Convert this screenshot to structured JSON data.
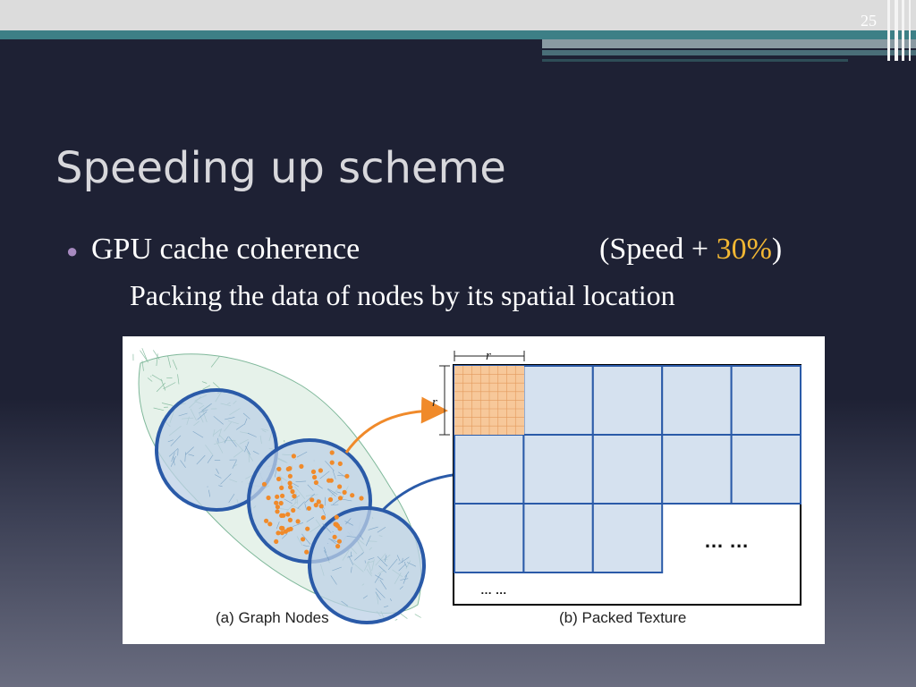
{
  "slide": {
    "number": "25",
    "title": "Speeding up scheme",
    "bullet": {
      "text": "GPU cache coherence",
      "speed_prefix": "(Speed + ",
      "speed_value": "30%",
      "speed_suffix": ")"
    },
    "subtext": "Packing the data of nodes by its spatial location"
  },
  "figure": {
    "dim_label_horizontal": "r",
    "dim_label_vertical": "r",
    "caption_a": "(a) Graph Nodes",
    "caption_b": "(b) Packed Texture",
    "ellipsis_large": "… …",
    "ellipsis_small": "… …"
  },
  "colors": {
    "accent": "#f2b733",
    "bullet": "#a78ac0",
    "circle_stroke": "#2a5aa8",
    "cell_fill": "#d5e1ef",
    "highlight_cell": "#f7c89a",
    "node_dot": "#f08a2a"
  }
}
